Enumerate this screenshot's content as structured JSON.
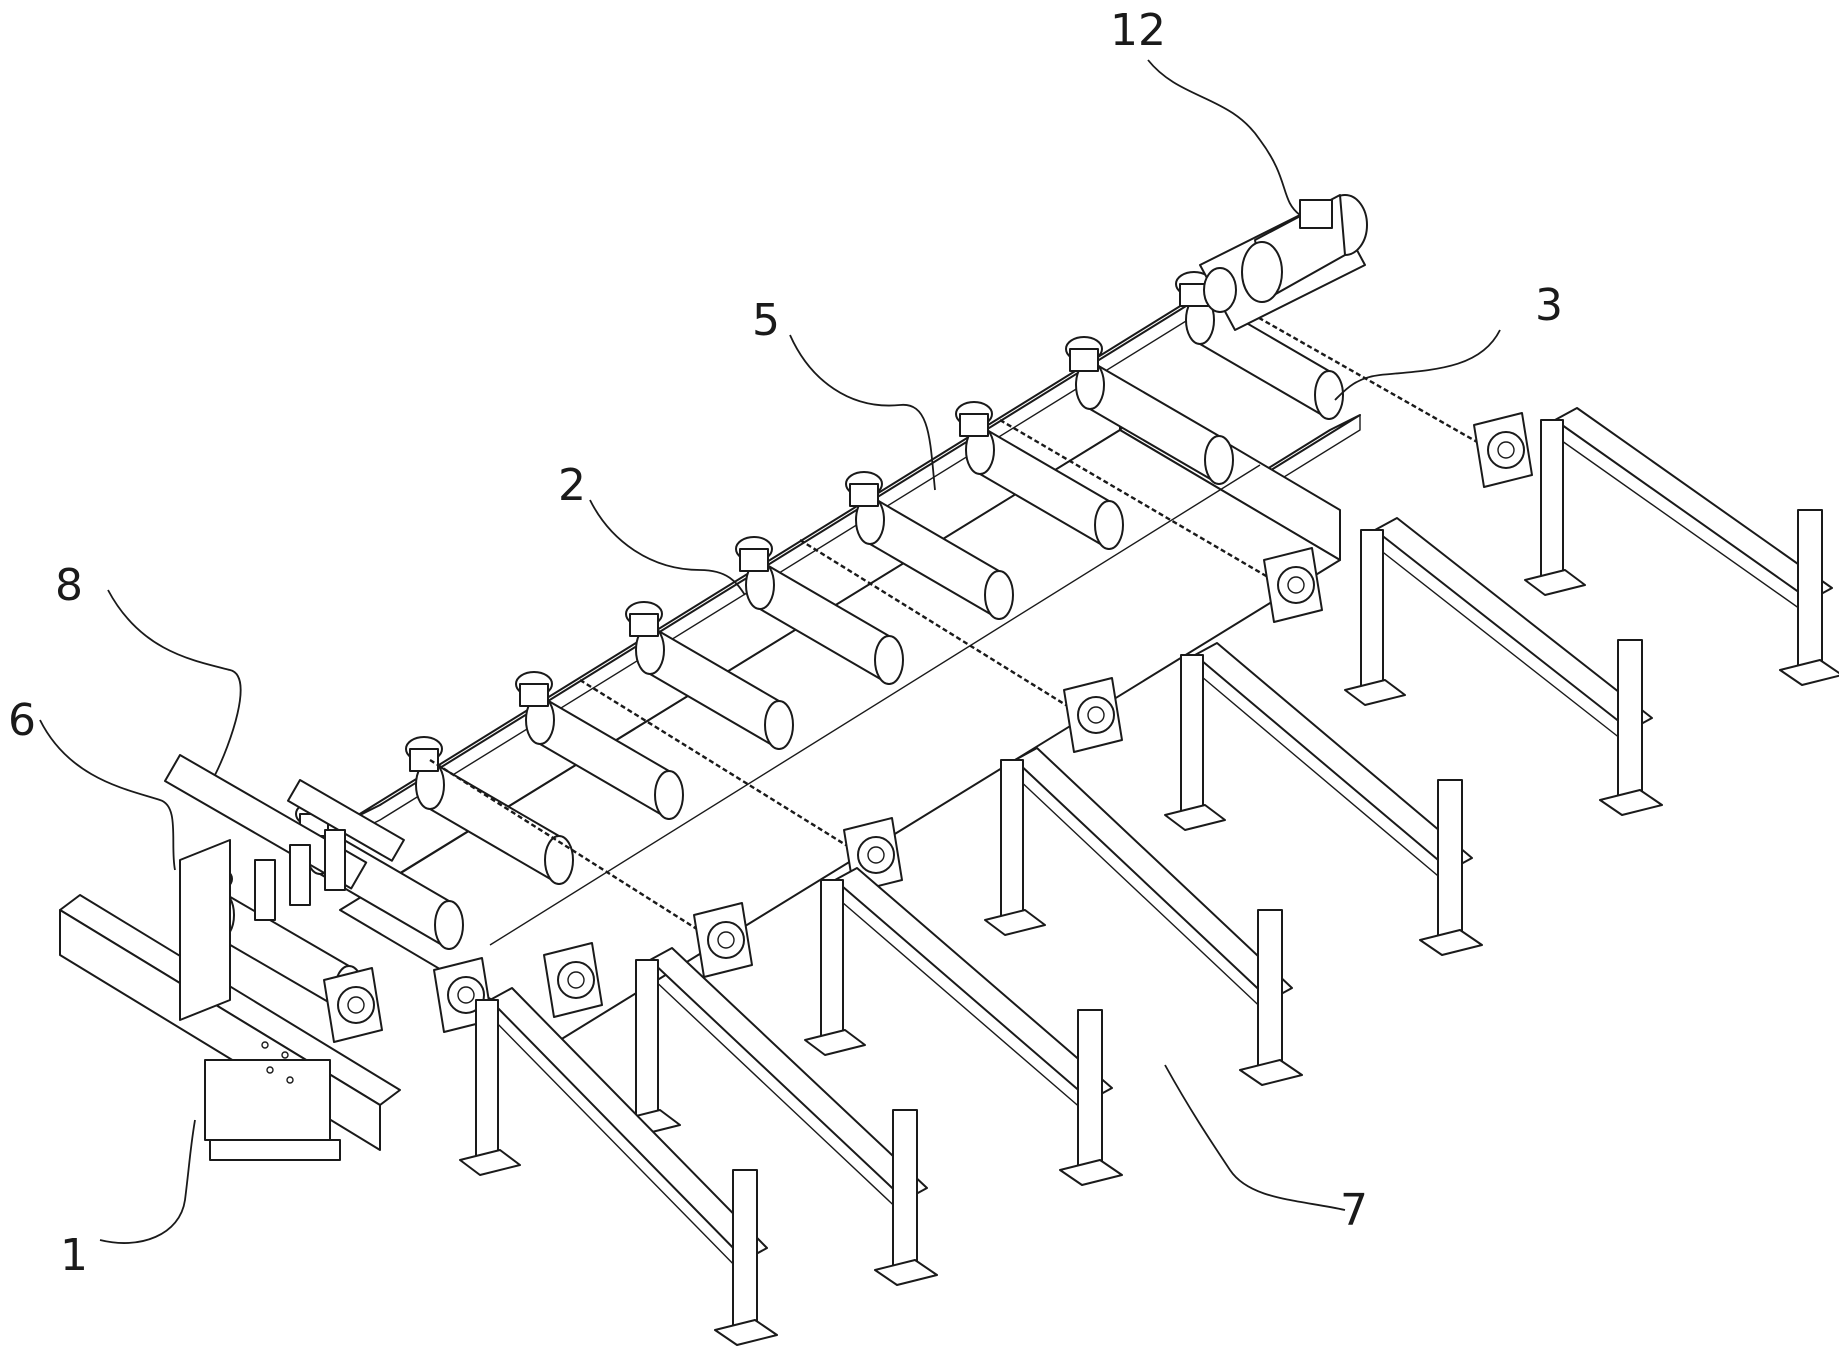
{
  "labels": {
    "l1": "1",
    "l2": "2",
    "l3": "3",
    "l5": "5",
    "l6": "6",
    "l7": "7",
    "l8": "8",
    "l12": "12"
  }
}
